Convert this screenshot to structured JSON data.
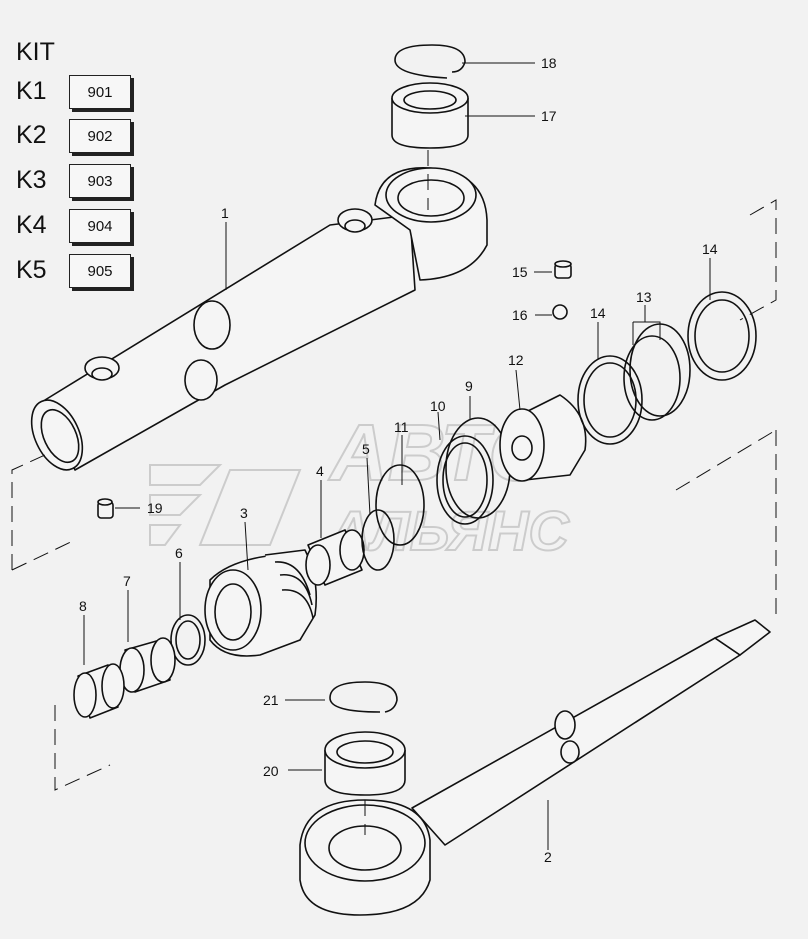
{
  "kit": {
    "title": "KIT",
    "rows": [
      {
        "label": "K1",
        "code": "901"
      },
      {
        "label": "K2",
        "code": "902"
      },
      {
        "label": "K3",
        "code": "903"
      },
      {
        "label": "K4",
        "code": "904"
      },
      {
        "label": "K5",
        "code": "905"
      }
    ]
  },
  "callouts": [
    "1",
    "2",
    "3",
    "4",
    "5",
    "6",
    "7",
    "8",
    "9",
    "10",
    "11",
    "12",
    "13",
    "14",
    "14",
    "15",
    "16",
    "17",
    "18",
    "19",
    "20",
    "21"
  ],
  "watermark": {
    "line1": "АВТО",
    "line2": "АЛЬЯНС"
  }
}
